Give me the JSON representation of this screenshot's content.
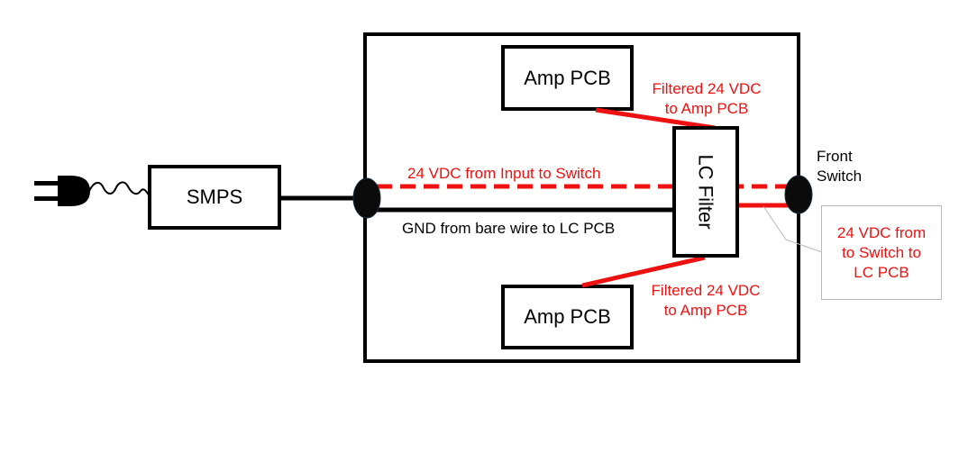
{
  "colors": {
    "line": "#000000",
    "power": "#ee1111",
    "callout_border": "#b8b8b8"
  },
  "icons": {
    "plug": "power-plug-icon"
  },
  "blocks": {
    "smps": "SMPS",
    "amp_top": "Amp PCB",
    "amp_bottom": "Amp PCB",
    "lc_filter": "LC Filter"
  },
  "labels": {
    "input_to_switch": "24 VDC from Input to Switch",
    "gnd_wire": "GND from bare wire to LC PCB",
    "filtered_top_1": "Filtered 24 VDC",
    "filtered_top_2": "to Amp PCB",
    "filtered_bottom_1": "Filtered 24 VDC",
    "filtered_bottom_2": "to Amp PCB",
    "front_switch_1": "Front",
    "front_switch_2": "Switch",
    "callout_1": "24 VDC from",
    "callout_2": "to Switch to",
    "callout_3": "LC PCB"
  }
}
